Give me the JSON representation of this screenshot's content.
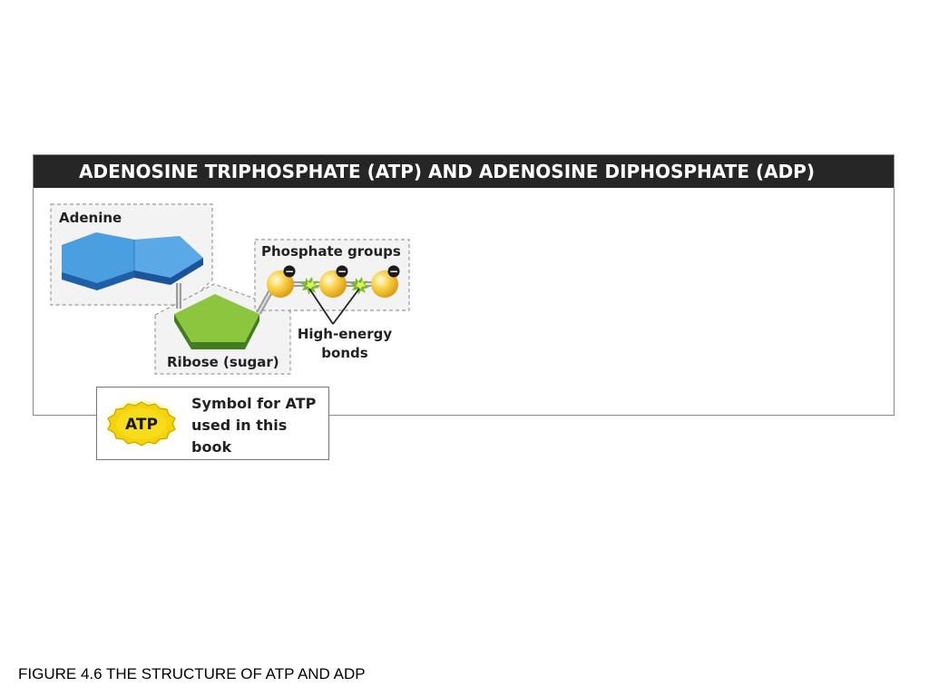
{
  "header": {
    "title": "ADENOSINE TRIPHOSPHATE (ATP) AND ADENOSINE DIPHOSPHATE (ADP)"
  },
  "labels": {
    "adenine": "Adenine",
    "phosphate_groups": "Phosphate groups",
    "high_energy_line1": "High-energy",
    "high_energy_line2": "bonds",
    "ribose": "Ribose (sugar)",
    "charge_symbol": "−"
  },
  "legend": {
    "badge": "ATP",
    "text": "Symbol for ATP used in this book"
  },
  "caption": "FIGURE 4.6  THE STRUCTURE OF ATP AND ADP",
  "colors": {
    "header_bg": "#262626",
    "adenine_blue": "#4a9fe0",
    "ribose_green": "#8cc63f",
    "phosphate_yellow": "#f7c948",
    "badge_yellow": "#f5d20a"
  }
}
